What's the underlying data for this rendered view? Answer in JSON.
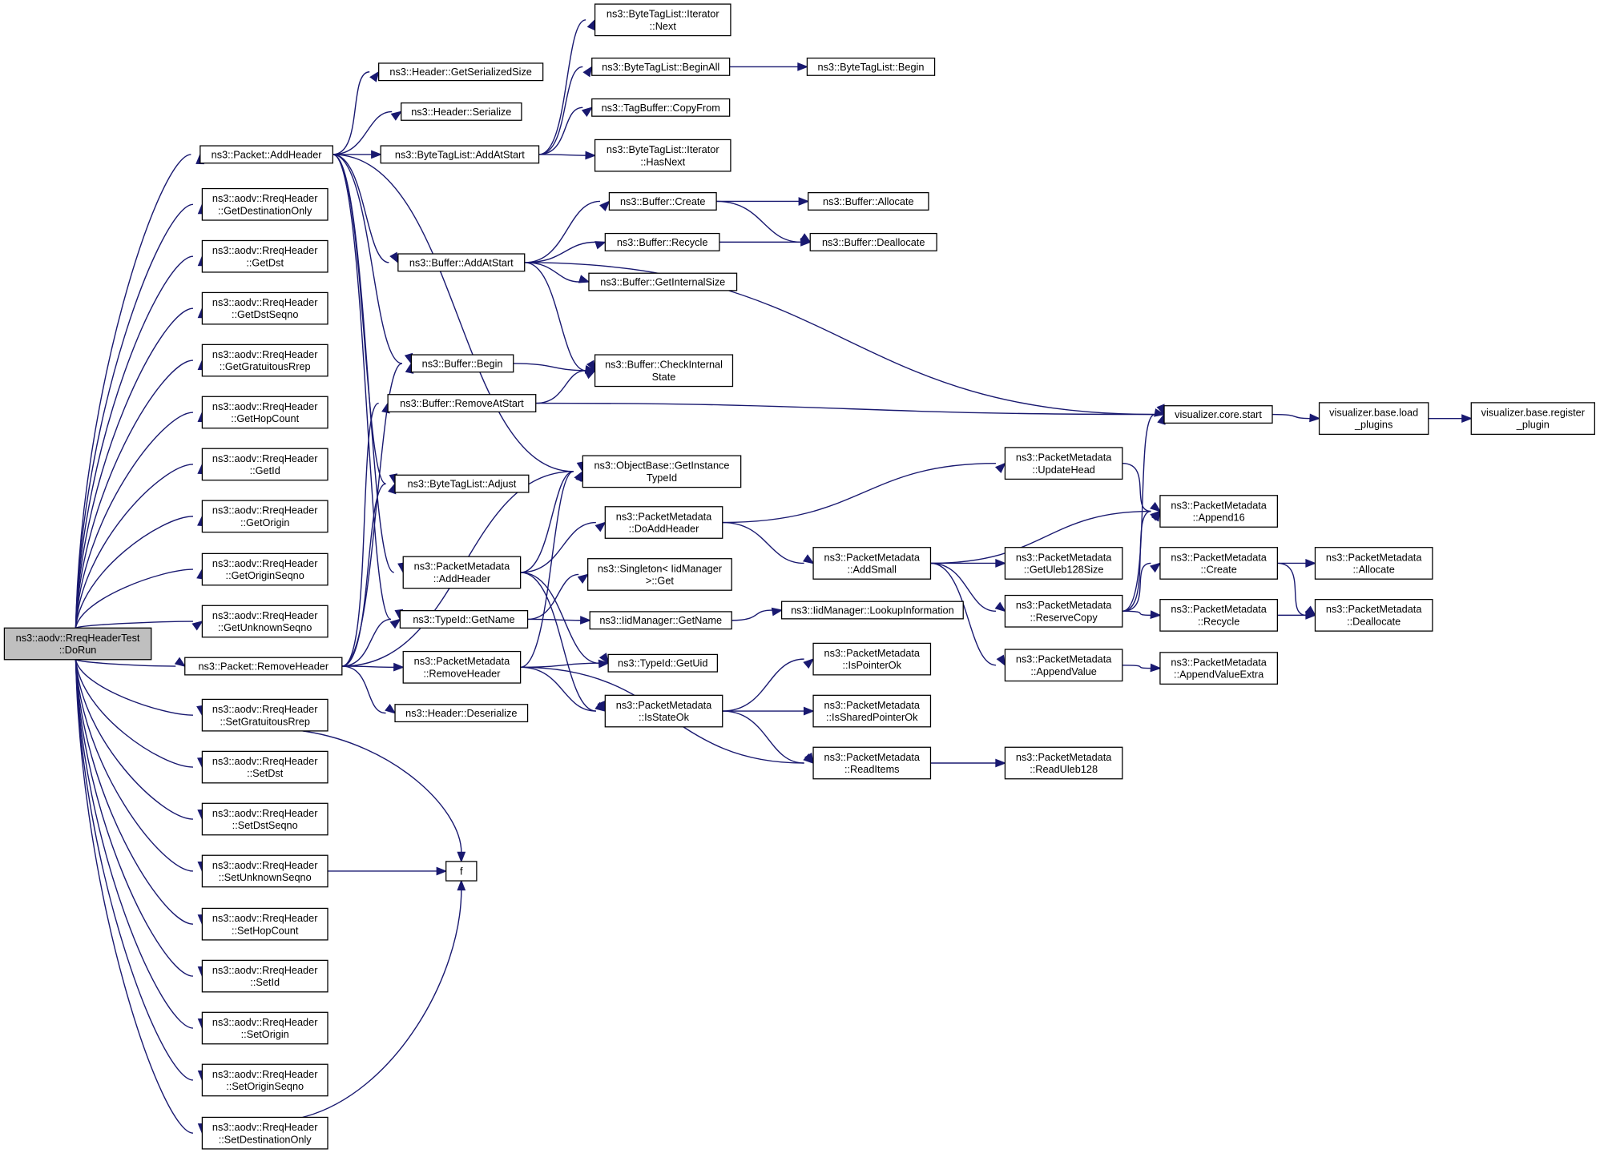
{
  "diagram": {
    "type": "call-graph",
    "edge_color": "#191970",
    "root_fill": "#bfbfbf",
    "nodes": [
      {
        "id": "root",
        "lines": [
          "ns3::aodv::RreqHeaderTest",
          "::DoRun"
        ],
        "root": true
      },
      {
        "id": "pkt_add",
        "lines": [
          "ns3::Packet::AddHeader"
        ]
      },
      {
        "id": "getDestOnly",
        "lines": [
          "ns3::aodv::RreqHeader",
          "::GetDestinationOnly"
        ]
      },
      {
        "id": "getDst",
        "lines": [
          "ns3::aodv::RreqHeader",
          "::GetDst"
        ]
      },
      {
        "id": "getDstSeqno",
        "lines": [
          "ns3::aodv::RreqHeader",
          "::GetDstSeqno"
        ]
      },
      {
        "id": "getGrat",
        "lines": [
          "ns3::aodv::RreqHeader",
          "::GetGratuitousRrep"
        ]
      },
      {
        "id": "getHop",
        "lines": [
          "ns3::aodv::RreqHeader",
          "::GetHopCount"
        ]
      },
      {
        "id": "getId",
        "lines": [
          "ns3::aodv::RreqHeader",
          "::GetId"
        ]
      },
      {
        "id": "getOrigin",
        "lines": [
          "ns3::aodv::RreqHeader",
          "::GetOrigin"
        ]
      },
      {
        "id": "getOriginSeqno",
        "lines": [
          "ns3::aodv::RreqHeader",
          "::GetOriginSeqno"
        ]
      },
      {
        "id": "getUnknown",
        "lines": [
          "ns3::aodv::RreqHeader",
          "::GetUnknownSeqno"
        ]
      },
      {
        "id": "pkt_remove",
        "lines": [
          "ns3::Packet::RemoveHeader"
        ]
      },
      {
        "id": "setGrat",
        "lines": [
          "ns3::aodv::RreqHeader",
          "::SetGratuitousRrep"
        ]
      },
      {
        "id": "setDst",
        "lines": [
          "ns3::aodv::RreqHeader",
          "::SetDst"
        ]
      },
      {
        "id": "setDstSeqno",
        "lines": [
          "ns3::aodv::RreqHeader",
          "::SetDstSeqno"
        ]
      },
      {
        "id": "setUnknown",
        "lines": [
          "ns3::aodv::RreqHeader",
          "::SetUnknownSeqno"
        ]
      },
      {
        "id": "setHop",
        "lines": [
          "ns3::aodv::RreqHeader",
          "::SetHopCount"
        ]
      },
      {
        "id": "setId",
        "lines": [
          "ns3::aodv::RreqHeader",
          "::SetId"
        ]
      },
      {
        "id": "setOrigin",
        "lines": [
          "ns3::aodv::RreqHeader",
          "::SetOrigin"
        ]
      },
      {
        "id": "setOriginSeqno",
        "lines": [
          "ns3::aodv::RreqHeader",
          "::SetOriginSeqno"
        ]
      },
      {
        "id": "setDestOnly",
        "lines": [
          "ns3::aodv::RreqHeader",
          "::SetDestinationOnly"
        ]
      },
      {
        "id": "hdr_size",
        "lines": [
          "ns3::Header::GetSerializedSize"
        ]
      },
      {
        "id": "hdr_ser",
        "lines": [
          "ns3::Header::Serialize"
        ]
      },
      {
        "id": "btl_addatstart",
        "lines": [
          "ns3::ByteTagList::AddAtStart"
        ]
      },
      {
        "id": "buf_addatstart",
        "lines": [
          "ns3::Buffer::AddAtStart"
        ]
      },
      {
        "id": "buf_begin",
        "lines": [
          "ns3::Buffer::Begin"
        ]
      },
      {
        "id": "buf_removeatstart",
        "lines": [
          "ns3::Buffer::RemoveAtStart"
        ]
      },
      {
        "id": "btl_adjust",
        "lines": [
          "ns3::ByteTagList::Adjust"
        ]
      },
      {
        "id": "pm_addheader",
        "lines": [
          "ns3::PacketMetadata",
          "::AddHeader"
        ]
      },
      {
        "id": "typeid_getname",
        "lines": [
          "ns3::TypeId::GetName"
        ]
      },
      {
        "id": "pm_removeheader",
        "lines": [
          "ns3::PacketMetadata",
          "::RemoveHeader"
        ]
      },
      {
        "id": "hdr_deser",
        "lines": [
          "ns3::Header::Deserialize"
        ]
      },
      {
        "id": "f",
        "lines": [
          "f"
        ]
      },
      {
        "id": "btl_it_next",
        "lines": [
          "ns3::ByteTagList::Iterator",
          "::Next"
        ]
      },
      {
        "id": "btl_beginall",
        "lines": [
          "ns3::ByteTagList::BeginAll"
        ]
      },
      {
        "id": "tagbuf_copy",
        "lines": [
          "ns3::TagBuffer::CopyFrom"
        ]
      },
      {
        "id": "btl_it_hasnext",
        "lines": [
          "ns3::ByteTagList::Iterator",
          "::HasNext"
        ]
      },
      {
        "id": "buf_create",
        "lines": [
          "ns3::Buffer::Create"
        ]
      },
      {
        "id": "buf_recycle",
        "lines": [
          "ns3::Buffer::Recycle"
        ]
      },
      {
        "id": "buf_internalsize",
        "lines": [
          "ns3::Buffer::GetInternalSize"
        ]
      },
      {
        "id": "buf_checkstate",
        "lines": [
          "ns3::Buffer::CheckInternal",
          "State"
        ]
      },
      {
        "id": "obj_typeid",
        "lines": [
          "ns3::ObjectBase::GetInstance",
          "TypeId"
        ]
      },
      {
        "id": "pm_doaddheader",
        "lines": [
          "ns3::PacketMetadata",
          "::DoAddHeader"
        ]
      },
      {
        "id": "singleton_get",
        "lines": [
          "ns3::Singleton< IidManager",
          ">::Get"
        ]
      },
      {
        "id": "iid_getname",
        "lines": [
          "ns3::IidManager::GetName"
        ]
      },
      {
        "id": "typeid_getuid",
        "lines": [
          "ns3::TypeId::GetUid"
        ]
      },
      {
        "id": "pm_isstateok",
        "lines": [
          "ns3::PacketMetadata",
          "::IsStateOk"
        ]
      },
      {
        "id": "btl_begin",
        "lines": [
          "ns3::ByteTagList::Begin"
        ]
      },
      {
        "id": "buf_allocate",
        "lines": [
          "ns3::Buffer::Allocate"
        ]
      },
      {
        "id": "buf_deallocate",
        "lines": [
          "ns3::Buffer::Deallocate"
        ]
      },
      {
        "id": "vis_start",
        "lines": [
          "visualizer.core.start"
        ]
      },
      {
        "id": "pm_updatehead",
        "lines": [
          "ns3::PacketMetadata",
          "::UpdateHead"
        ]
      },
      {
        "id": "pm_addsmall",
        "lines": [
          "ns3::PacketMetadata",
          "::AddSmall"
        ]
      },
      {
        "id": "iid_lookup",
        "lines": [
          "ns3::IidManager::LookupInformation"
        ]
      },
      {
        "id": "pm_ispointerok",
        "lines": [
          "ns3::PacketMetadata",
          "::IsPointerOk"
        ]
      },
      {
        "id": "pm_issharedok",
        "lines": [
          "ns3::PacketMetadata",
          "::IsSharedPointerOk"
        ]
      },
      {
        "id": "pm_readitems",
        "lines": [
          "ns3::PacketMetadata",
          "::ReadItems"
        ]
      },
      {
        "id": "pm_getuleb",
        "lines": [
          "ns3::PacketMetadata",
          "::GetUleb128Size"
        ]
      },
      {
        "id": "pm_reservecopy",
        "lines": [
          "ns3::PacketMetadata",
          "::ReserveCopy"
        ]
      },
      {
        "id": "pm_appendvalue",
        "lines": [
          "ns3::PacketMetadata",
          "::AppendValue"
        ]
      },
      {
        "id": "pm_readuleb",
        "lines": [
          "ns3::PacketMetadata",
          "::ReadUleb128"
        ]
      },
      {
        "id": "vis_load",
        "lines": [
          "visualizer.base.load",
          "_plugins"
        ]
      },
      {
        "id": "pm_append16",
        "lines": [
          "ns3::PacketMetadata",
          "::Append16"
        ]
      },
      {
        "id": "pm_create",
        "lines": [
          "ns3::PacketMetadata",
          "::Create"
        ]
      },
      {
        "id": "pm_recycle",
        "lines": [
          "ns3::PacketMetadata",
          "::Recycle"
        ]
      },
      {
        "id": "pm_appendvalueextra",
        "lines": [
          "ns3::PacketMetadata",
          "::AppendValueExtra"
        ]
      },
      {
        "id": "vis_register",
        "lines": [
          "visualizer.base.register",
          "_plugin"
        ]
      },
      {
        "id": "pm_allocate",
        "lines": [
          "ns3::PacketMetadata",
          "::Allocate"
        ]
      },
      {
        "id": "pm_deallocate",
        "lines": [
          "ns3::PacketMetadata",
          "::Deallocate"
        ]
      }
    ],
    "edges": [
      [
        "root",
        "pkt_add"
      ],
      [
        "root",
        "getDestOnly"
      ],
      [
        "root",
        "getDst"
      ],
      [
        "root",
        "getDstSeqno"
      ],
      [
        "root",
        "getGrat"
      ],
      [
        "root",
        "getHop"
      ],
      [
        "root",
        "getId"
      ],
      [
        "root",
        "getOrigin"
      ],
      [
        "root",
        "getOriginSeqno"
      ],
      [
        "root",
        "getUnknown"
      ],
      [
        "root",
        "pkt_remove"
      ],
      [
        "root",
        "setGrat"
      ],
      [
        "root",
        "setDst"
      ],
      [
        "root",
        "setDstSeqno"
      ],
      [
        "root",
        "setUnknown"
      ],
      [
        "root",
        "setHop"
      ],
      [
        "root",
        "setId"
      ],
      [
        "root",
        "setOrigin"
      ],
      [
        "root",
        "setOriginSeqno"
      ],
      [
        "root",
        "setDestOnly"
      ],
      [
        "pkt_add",
        "hdr_size"
      ],
      [
        "pkt_add",
        "hdr_ser"
      ],
      [
        "pkt_add",
        "btl_addatstart"
      ],
      [
        "pkt_add",
        "buf_addatstart"
      ],
      [
        "pkt_add",
        "buf_begin"
      ],
      [
        "pkt_add",
        "btl_adjust"
      ],
      [
        "pkt_add",
        "obj_typeid"
      ],
      [
        "pkt_add",
        "pm_addheader"
      ],
      [
        "pkt_add",
        "typeid_getname"
      ],
      [
        "btl_addatstart",
        "btl_it_next"
      ],
      [
        "btl_addatstart",
        "btl_beginall"
      ],
      [
        "btl_addatstart",
        "tagbuf_copy"
      ],
      [
        "btl_addatstart",
        "btl_it_hasnext"
      ],
      [
        "btl_beginall",
        "btl_begin"
      ],
      [
        "buf_addatstart",
        "buf_create"
      ],
      [
        "buf_addatstart",
        "buf_recycle"
      ],
      [
        "buf_addatstart",
        "buf_internalsize"
      ],
      [
        "buf_addatstart",
        "buf_checkstate"
      ],
      [
        "buf_addatstart",
        "vis_start"
      ],
      [
        "buf_create",
        "buf_allocate"
      ],
      [
        "buf_create",
        "buf_deallocate"
      ],
      [
        "buf_recycle",
        "buf_deallocate"
      ],
      [
        "buf_begin",
        "buf_checkstate"
      ],
      [
        "buf_removeatstart",
        "buf_checkstate"
      ],
      [
        "buf_removeatstart",
        "vis_start"
      ],
      [
        "pm_addheader",
        "obj_typeid"
      ],
      [
        "pm_addheader",
        "pm_doaddheader"
      ],
      [
        "pm_addheader",
        "typeid_getuid"
      ],
      [
        "pm_addheader",
        "pm_isstateok"
      ],
      [
        "typeid_getname",
        "singleton_get"
      ],
      [
        "typeid_getname",
        "iid_getname"
      ],
      [
        "iid_getname",
        "iid_lookup"
      ],
      [
        "pm_removeheader",
        "obj_typeid"
      ],
      [
        "pm_removeheader",
        "typeid_getuid"
      ],
      [
        "pm_removeheader",
        "pm_isstateok"
      ],
      [
        "pm_removeheader",
        "pm_readitems"
      ],
      [
        "pkt_remove",
        "buf_begin"
      ],
      [
        "pkt_remove",
        "buf_removeatstart"
      ],
      [
        "pkt_remove",
        "btl_adjust"
      ],
      [
        "pkt_remove",
        "obj_typeid"
      ],
      [
        "pkt_remove",
        "typeid_getname"
      ],
      [
        "pkt_remove",
        "pm_removeheader"
      ],
      [
        "pkt_remove",
        "hdr_deser"
      ],
      [
        "setGrat",
        "f"
      ],
      [
        "setUnknown",
        "f"
      ],
      [
        "setDestOnly",
        "f"
      ],
      [
        "pm_doaddheader",
        "pm_updatehead"
      ],
      [
        "pm_doaddheader",
        "pm_addsmall"
      ],
      [
        "pm_updatehead",
        "pm_append16"
      ],
      [
        "pm_addsmall",
        "pm_append16"
      ],
      [
        "pm_addsmall",
        "pm_getuleb"
      ],
      [
        "pm_addsmall",
        "pm_reservecopy"
      ],
      [
        "pm_addsmall",
        "pm_appendvalue"
      ],
      [
        "pm_reservecopy",
        "vis_start"
      ],
      [
        "pm_reservecopy",
        "pm_append16"
      ],
      [
        "pm_reservecopy",
        "pm_create"
      ],
      [
        "pm_reservecopy",
        "pm_recycle"
      ],
      [
        "pm_create",
        "pm_allocate"
      ],
      [
        "pm_create",
        "pm_deallocate"
      ],
      [
        "pm_recycle",
        "pm_deallocate"
      ],
      [
        "pm_appendvalue",
        "pm_appendvalueextra"
      ],
      [
        "pm_isstateok",
        "pm_ispointerok"
      ],
      [
        "pm_isstateok",
        "pm_issharedok"
      ],
      [
        "pm_isstateok",
        "pm_readitems"
      ],
      [
        "pm_readitems",
        "pm_readuleb"
      ],
      [
        "vis_start",
        "vis_load"
      ],
      [
        "vis_load",
        "vis_register"
      ]
    ]
  }
}
